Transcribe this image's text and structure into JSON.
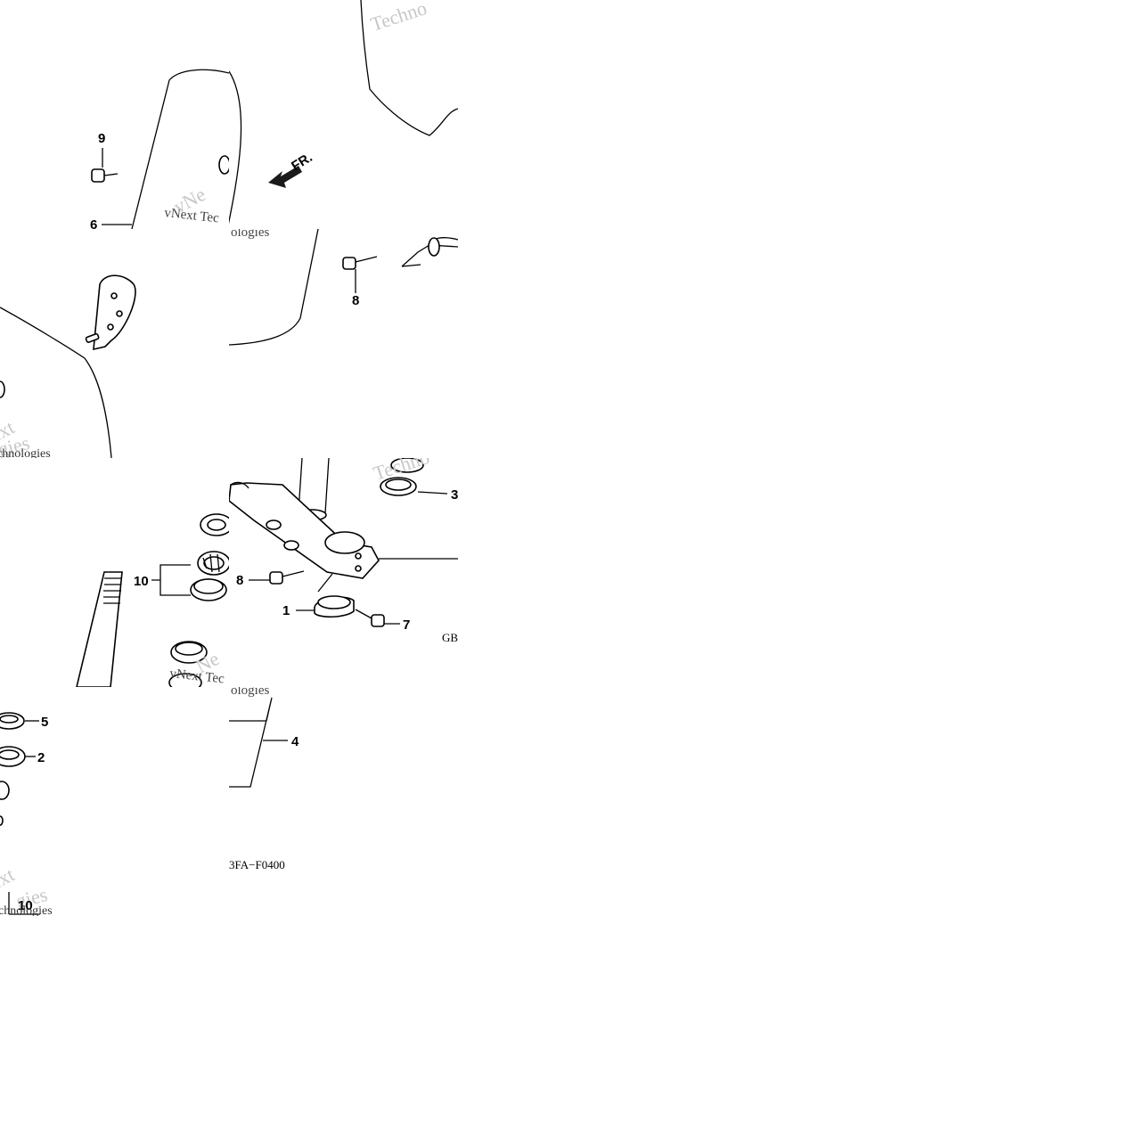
{
  "diagram": {
    "callouts": {
      "c1": "1",
      "c2": "2",
      "c3": "3",
      "c4": "4",
      "c5": "5",
      "c6": "6",
      "c7": "7",
      "c8a": "8",
      "c8b": "8",
      "c9": "9",
      "c10a": "10",
      "c10b": "10"
    },
    "direction_label": "FR.",
    "code_top": "GB",
    "code_bottom": "3FA−F0400",
    "watermark": {
      "w1": "Techno",
      "w2": "vNext Tec",
      "w3": "ologies",
      "w4": "ext",
      "w5": "chnologies",
      "w6": "Techno",
      "w7": "vNext Tec",
      "w8": "ologies",
      "w9": "ext",
      "w10": "chnologies"
    }
  }
}
